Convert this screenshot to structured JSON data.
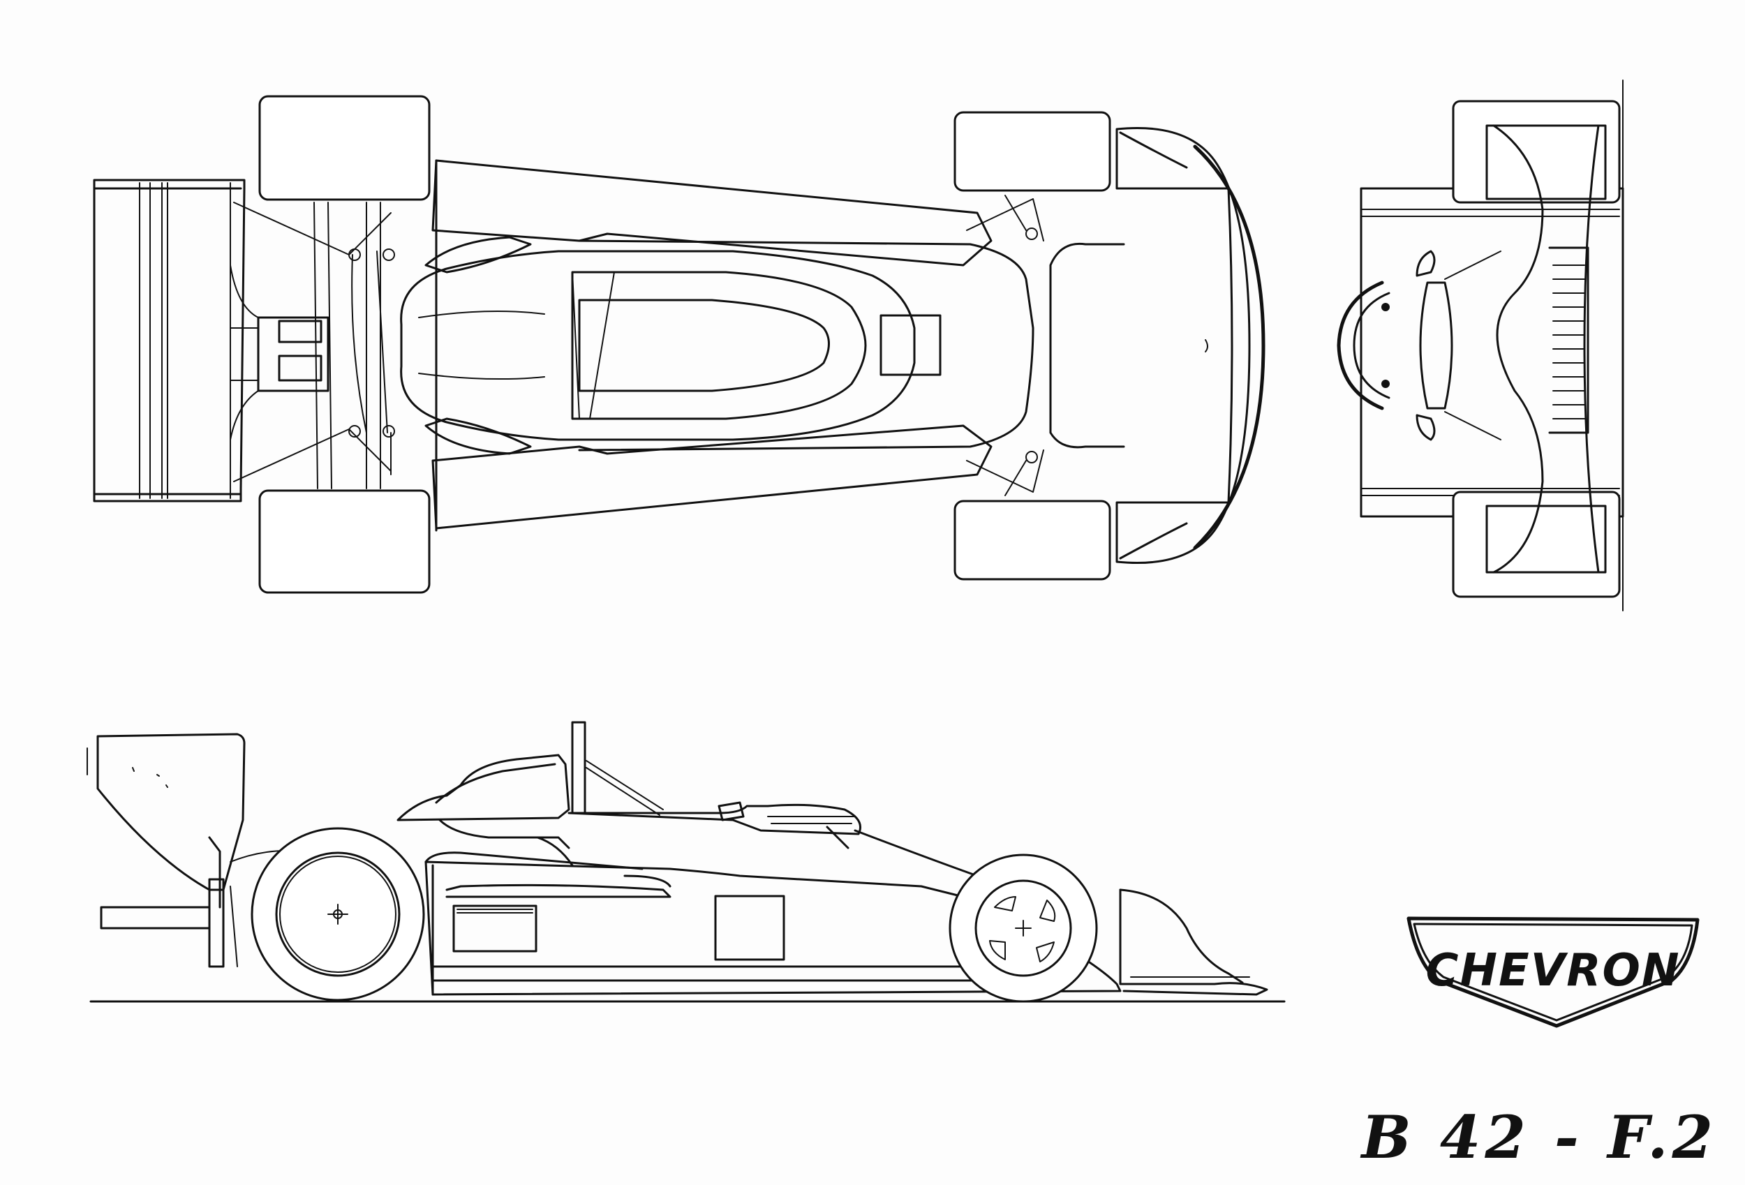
{
  "brand": {
    "logo_text": "CHEVRON"
  },
  "title": "B 42 - F.2",
  "views": [
    "top-view",
    "front-view",
    "side-view"
  ]
}
